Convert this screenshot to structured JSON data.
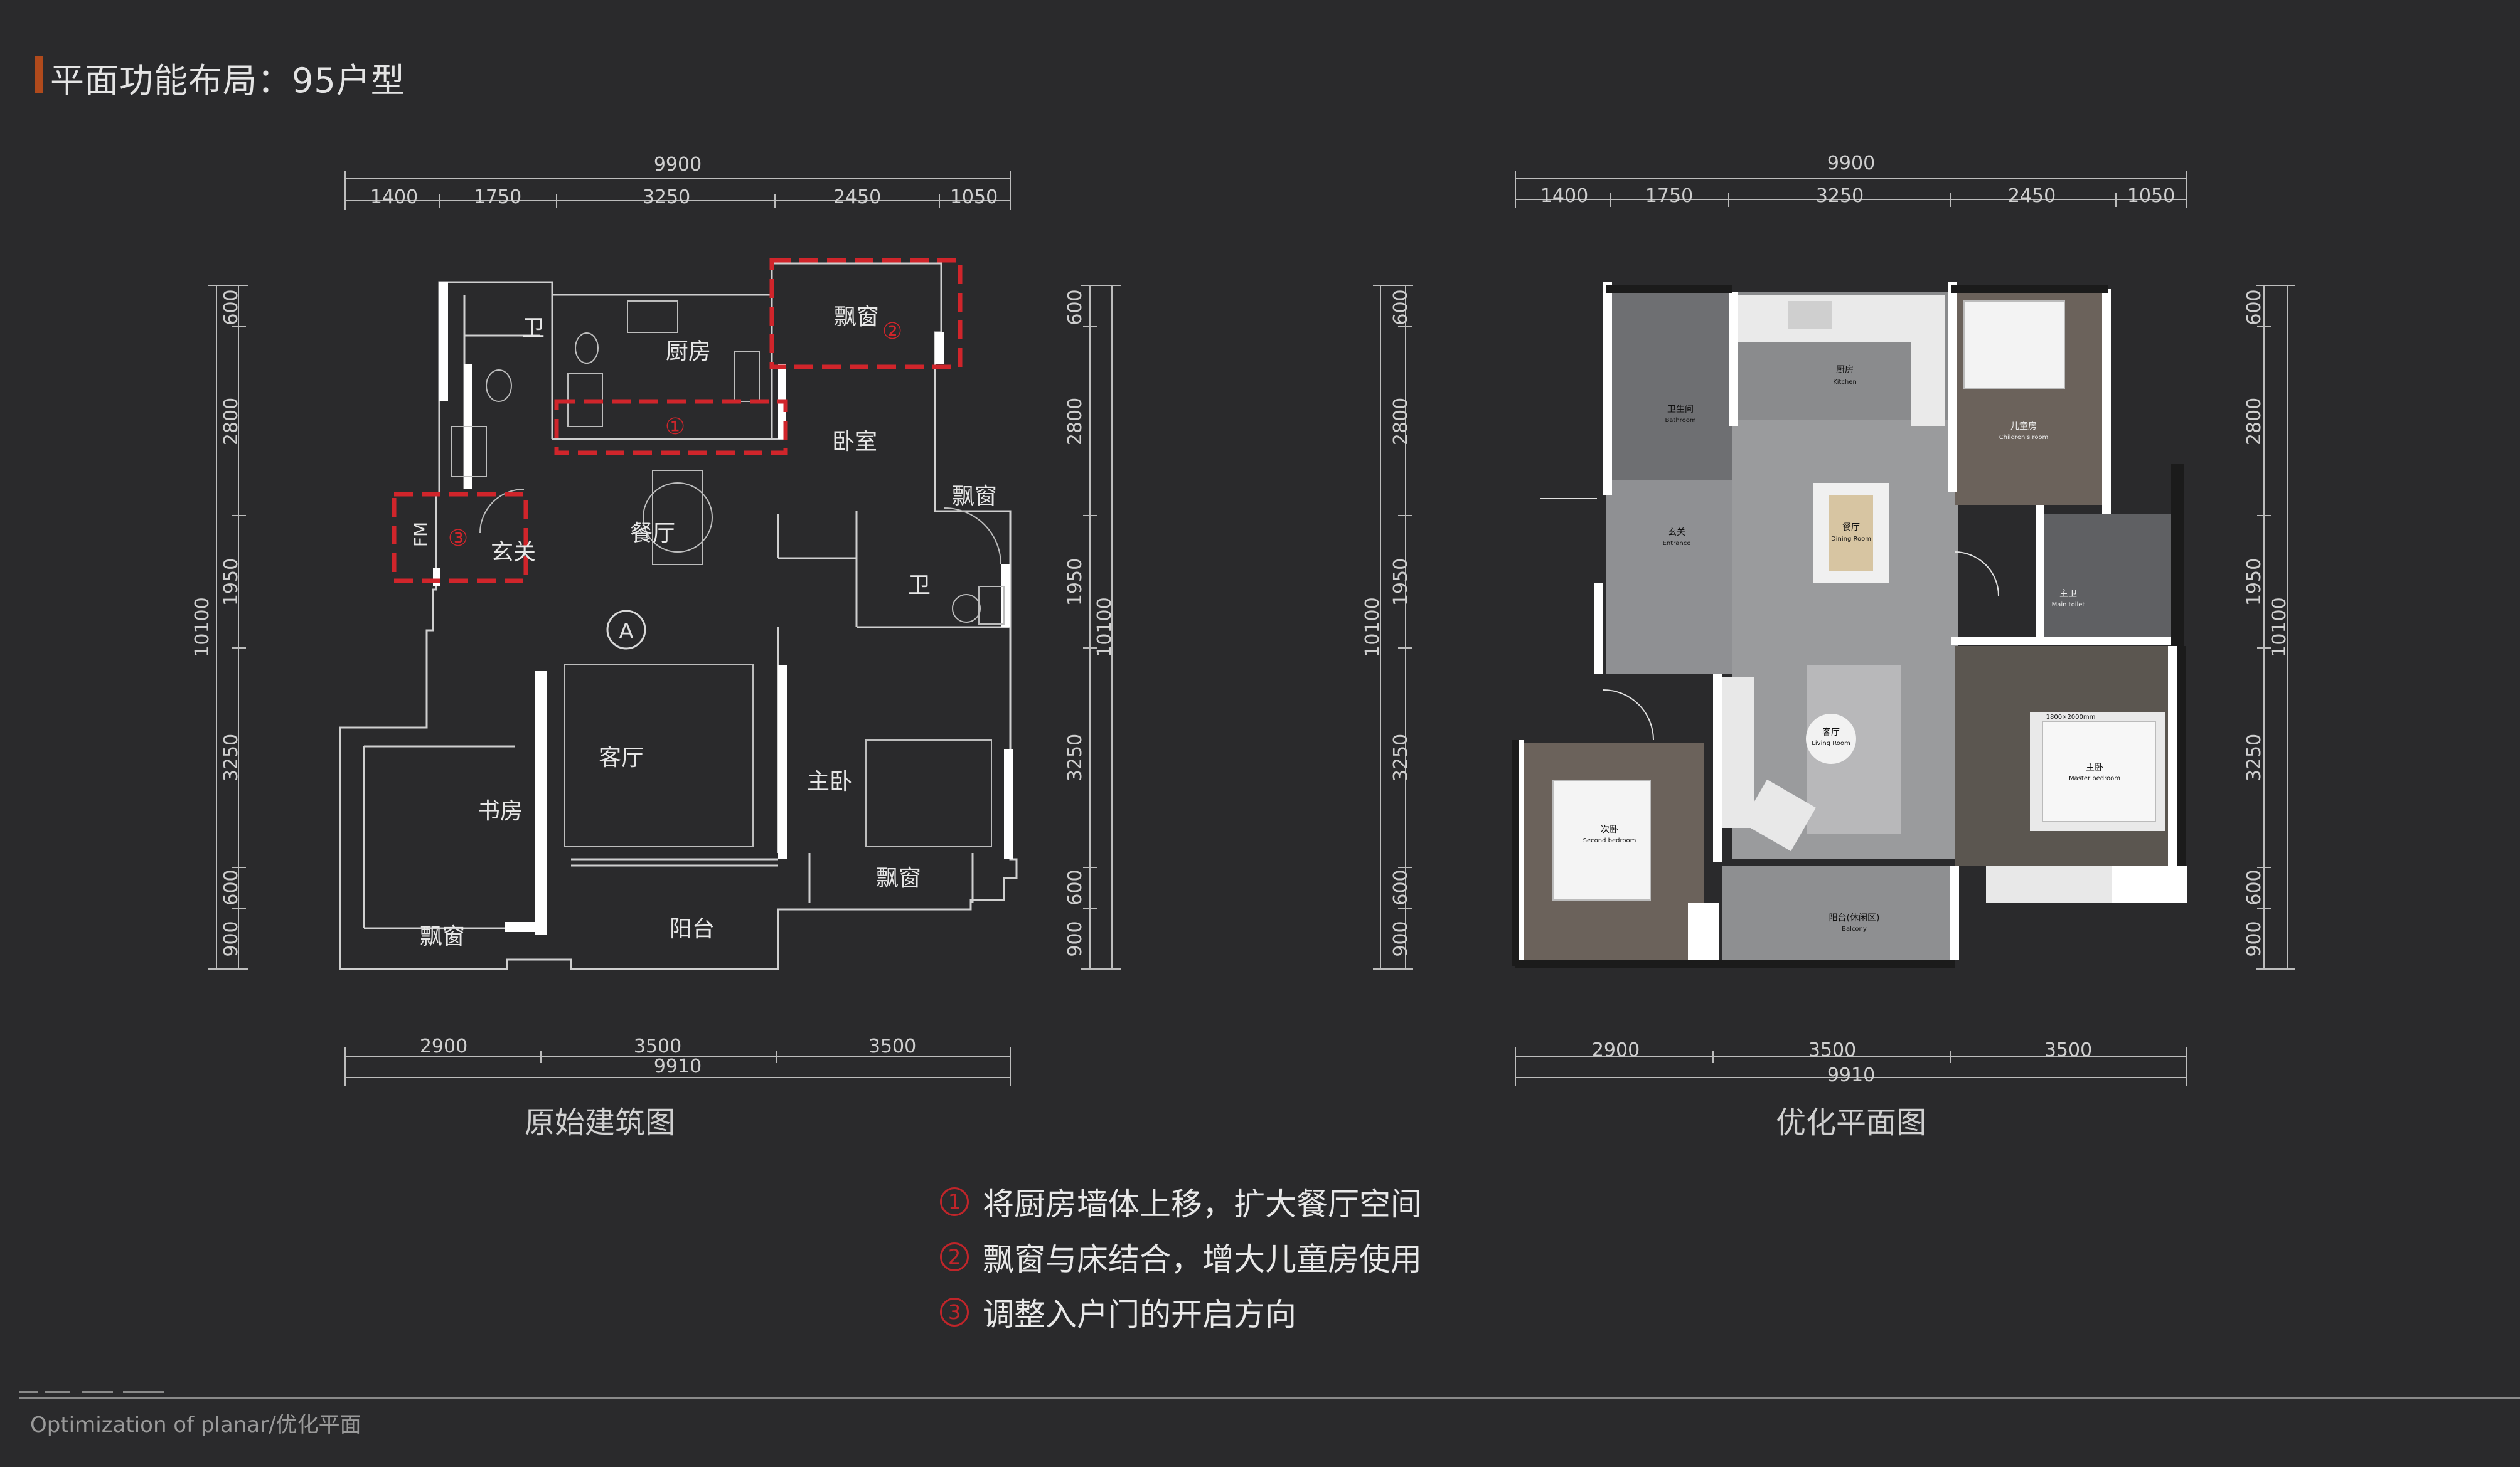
{
  "header": {
    "title": "平面功能布局：95户型"
  },
  "original_plan": {
    "caption": "原始建筑图",
    "top_total": "9900",
    "top_segments": [
      "1400",
      "1750",
      "3250",
      "2450",
      "1050"
    ],
    "bottom_segments": [
      "2900",
      "3500",
      "3500"
    ],
    "bottom_total": "9910",
    "side_total": "10100",
    "side_segments": [
      "600",
      "2800",
      "1950",
      "3250",
      "600",
      "900"
    ],
    "rooms": {
      "wc1": "卫",
      "kitchen": "厨房",
      "bay_top": "飘窗",
      "bedroom": "卧室",
      "bay_right": "飘窗",
      "dining": "餐厅",
      "entry": "玄关",
      "fm": "FM",
      "wc2": "卫",
      "living": "客厅",
      "master": "主卧",
      "study": "书房",
      "bay_bottom_left": "飘窗",
      "balcony": "阳台",
      "bay_bottom_right": "飘窗",
      "marker": "A"
    },
    "markers": [
      "①",
      "②",
      "③"
    ]
  },
  "optimized_plan": {
    "caption": "优化平面图",
    "top_total": "9900",
    "top_segments": [
      "1400",
      "1750",
      "3250",
      "2450",
      "1050"
    ],
    "bottom_segments": [
      "2900",
      "3500",
      "3500"
    ],
    "bottom_total": "9910",
    "side_total": "10100",
    "side_segments": [
      "600",
      "2800",
      "1950",
      "3250",
      "600",
      "900"
    ],
    "rooms": {
      "kitchen": "厨房",
      "kitchen_en": "Kitchen",
      "bath": "卫生间",
      "bath_en": "Bathroom",
      "child": "儿童房",
      "child_en": "Children's room",
      "dining": "餐厅",
      "dining_en": "Dining Room",
      "entry": "玄关",
      "entry_en": "Entrance",
      "master_bath": "主卫",
      "master_bath_en": "Main toilet",
      "living": "客厅",
      "living_en": "Living Room",
      "second": "次卧",
      "second_en": "Second bedroom",
      "master": "主卧",
      "master_en": "Master bedroom",
      "balcony": "阳台(休闲区)",
      "balcony_en": "Balcony",
      "bed_size": "1800×2000mm"
    }
  },
  "notes": [
    {
      "num": "1",
      "text": "将厨房墙体上移，扩大餐厅空间"
    },
    {
      "num": "2",
      "text": "飘窗与床结合，增大儿童房使用"
    },
    {
      "num": "3",
      "text": "调整入户门的开启方向"
    }
  ],
  "footer": {
    "text": "Optimization of planar/优化平面"
  },
  "colors": {
    "accent": "#c0252a",
    "title_bar": "#b04a1c",
    "background": "#2a2a2c"
  }
}
